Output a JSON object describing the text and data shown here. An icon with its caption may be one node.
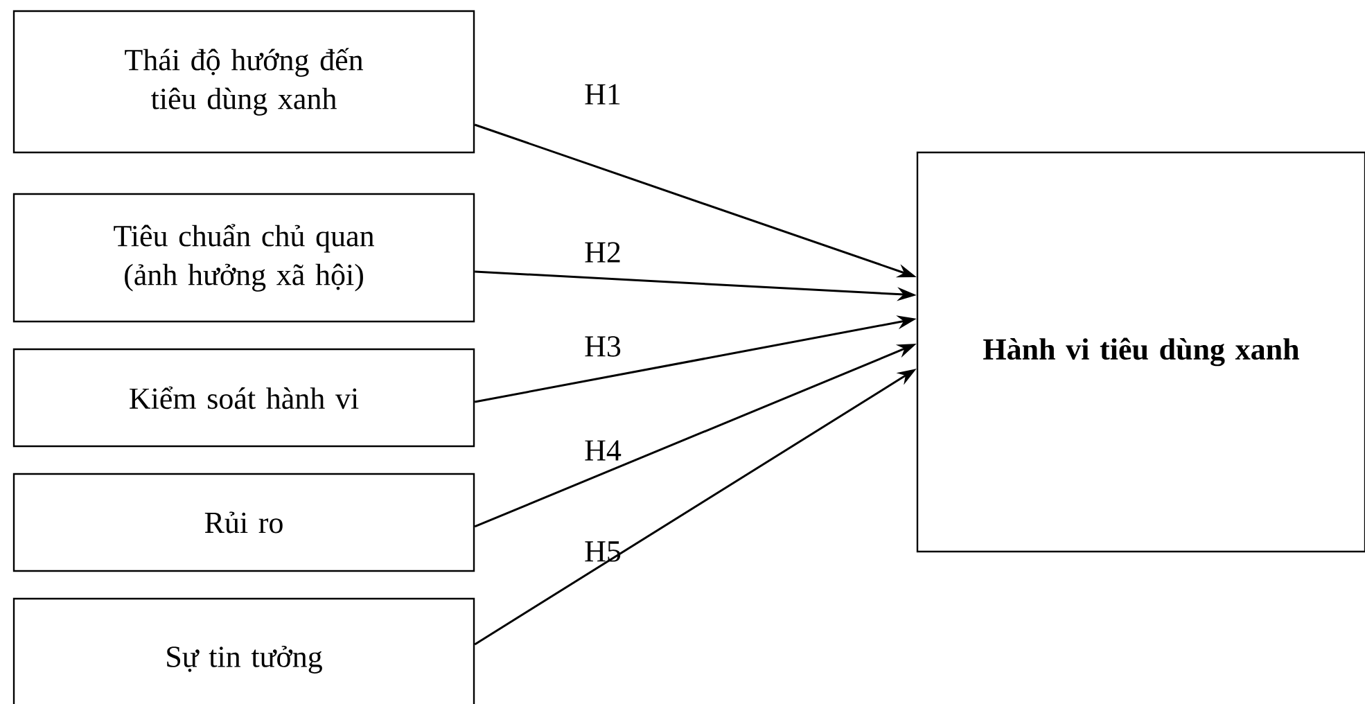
{
  "diagram": {
    "nodes": [
      {
        "text": [
          "Thái độ hướng đến tiêu dùng xanh"
        ]
      },
      {
        "text": [
          "Tiêu chuẩn chủ quan (ảnh hưởng xã hội)"
        ]
      },
      {
        "text": [
          "Kiểm soát hành vi"
        ]
      },
      {
        "text": [
          "Rủi ro"
        ]
      },
      {
        "text": [
          "Sự tin tưởng"
        ]
      },
      {
        "text": [
          "Hành vi tiêu dùng xanh"
        ]
      }
    ],
    "edges": [
      {
        "from": 0,
        "to": 5,
        "arrow": "to",
        "label": "H1"
      },
      {
        "from": 1,
        "to": 5,
        "arrow": "to",
        "label": "H2"
      },
      {
        "from": 2,
        "to": 5,
        "arrow": "to",
        "label": "H3"
      },
      {
        "from": 3,
        "to": 5,
        "arrow": "to",
        "label": "H4"
      },
      {
        "from": 4,
        "to": 5,
        "arrow": "to",
        "label": "H5"
      }
    ]
  }
}
